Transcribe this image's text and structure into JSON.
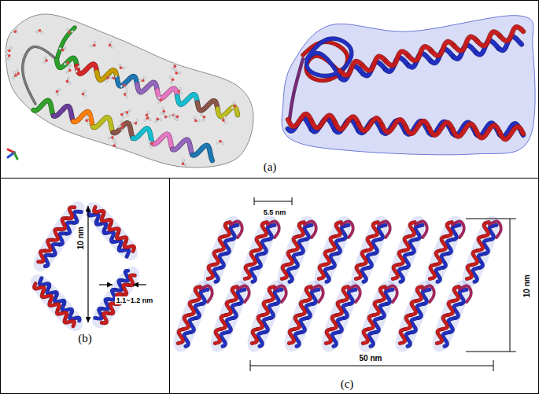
{
  "diagram": {
    "nodes": [
      {
        "text": [
          "(a)"
        ]
      },
      {
        "text": [
          "10 nm",
          "1.1~1.2 nm",
          "(b)"
        ]
      },
      {
        "text": [
          "5.5 nm",
          "10 nm",
          "50 nm",
          "(c)"
        ]
      }
    ]
  }
}
